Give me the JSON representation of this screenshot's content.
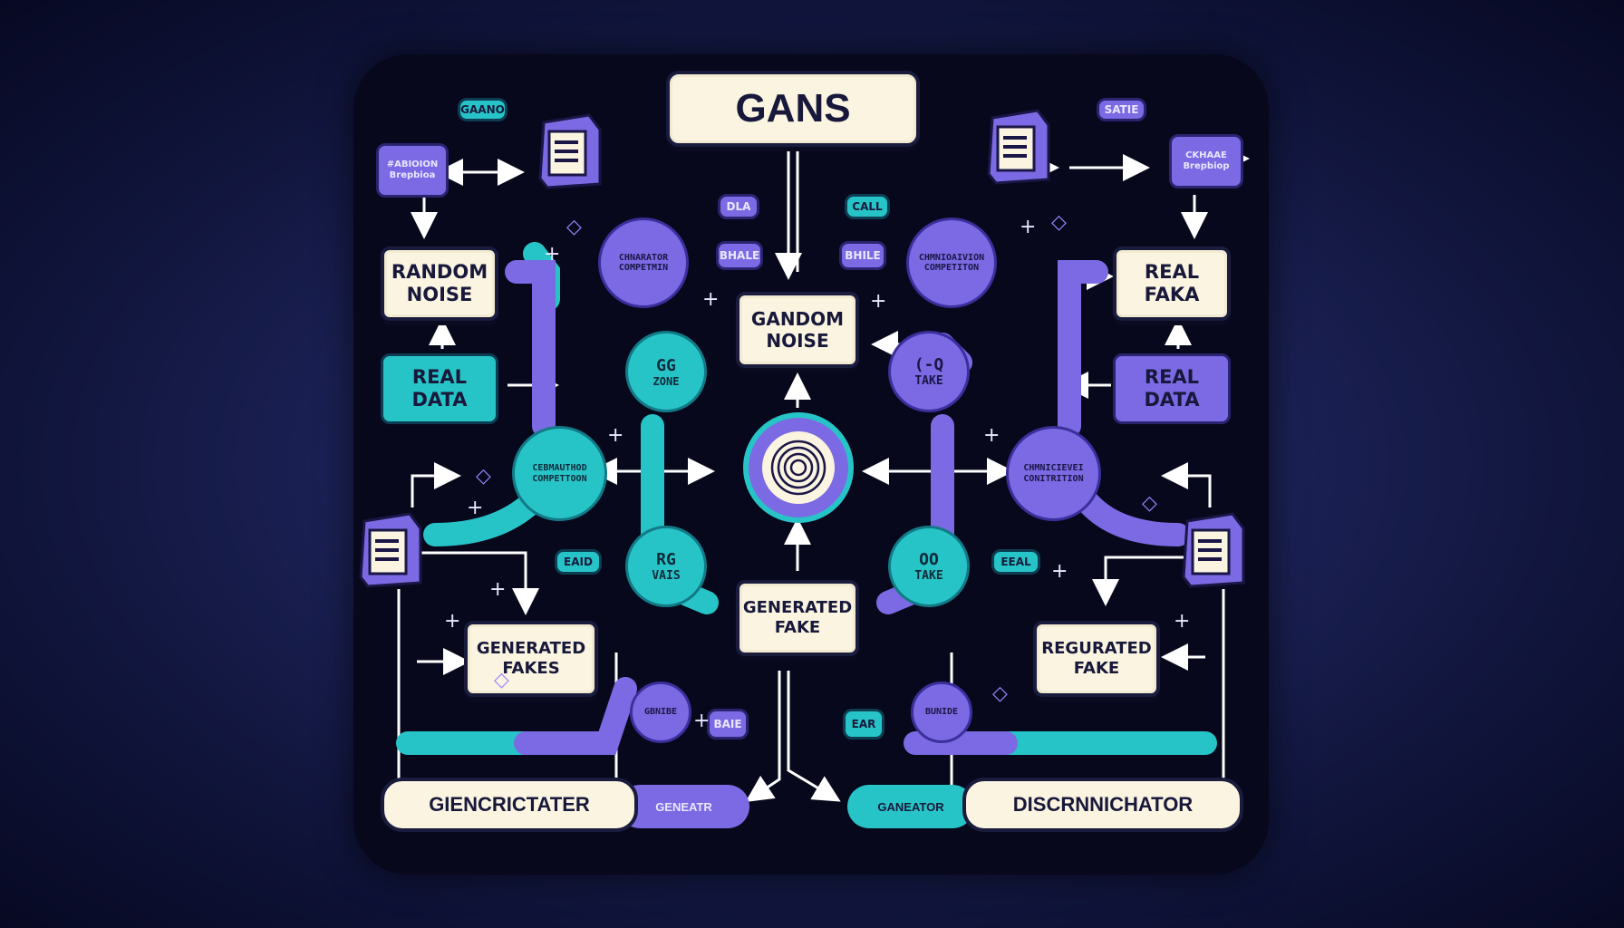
{
  "title": "GANS",
  "top_left": {
    "tag": "GAANO",
    "side_label": "#ABIOION\nBrepbioa"
  },
  "top_right": {
    "tag": "SATIE",
    "side_label": "CKHAAE\nBrepbiop"
  },
  "left_column": {
    "random_noise": "RANDOM\nNOISE",
    "real_data": "REAL\nDATA"
  },
  "right_column": {
    "real_faka": "REAL\nFAKA",
    "real_data": "REAL\nDATA"
  },
  "center": {
    "gandom_noise": "GANDOM\nNOISE",
    "generated_fake": "GENERATED\nFAKE",
    "tag_dla": "DLA",
    "tag_call": "CALL",
    "tag_bhale": "BHALE",
    "tag_bhile": "BHILE"
  },
  "circles": {
    "top_left": "CHNARATOR\nCOMPETMIN",
    "top_right": "CHMNIOAIVION\nCOMPETITON",
    "mid_left": "CEBMAUTHOD\nCOMPETTOON",
    "mid_right": "CHMNICIEVEI\nCONITRITION",
    "zone": "ZONE",
    "zone_face": "GG",
    "take_top": "TAKE",
    "take_top_face": "(-Q",
    "vais": "VAIS",
    "vais_face": "RG",
    "take_bottom": "TAKE",
    "take_bottom_face": "OO"
  },
  "lower_left": {
    "generated_fakes": "GENERATED\nFAKES",
    "tag_eaid": "EAID",
    "tag_baie": "BAIE",
    "bubble": "GBNIBE"
  },
  "lower_right": {
    "regurated_fake": "REGURATED\nFAKE",
    "tag_eeal": "EEAL",
    "tag_ear": "EAR",
    "bubble": "BUNIDE"
  },
  "bottom": {
    "left_label": "GIENCRICTATER",
    "left_sub": "GENEATR",
    "right_sub": "GANEATOR",
    "right_label": "DISCRNNICHATOR"
  },
  "colors": {
    "teal": "#27c4c7",
    "purple": "#7b6ae3",
    "cream": "#fbf4e1",
    "navy": "#07081c"
  }
}
